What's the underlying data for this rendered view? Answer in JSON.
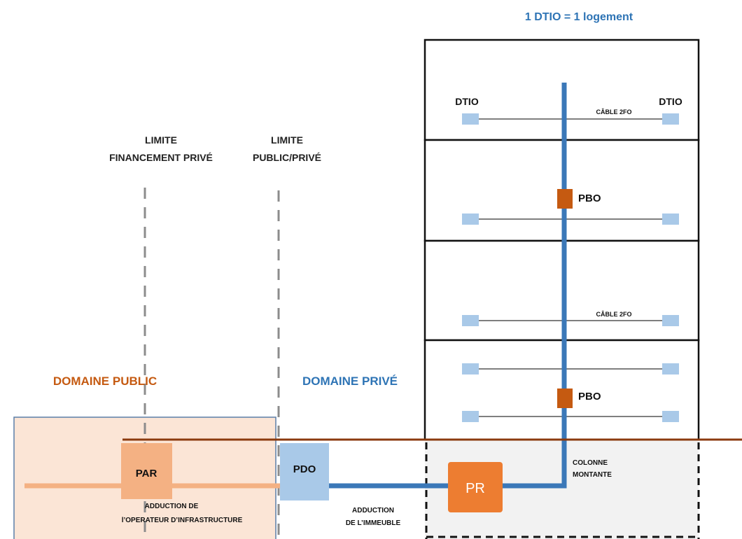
{
  "legend": {
    "note": "1 DTIO = 1 logement"
  },
  "limits": {
    "private_funding": [
      "LIMITE",
      "FINANCEMENT PRIVÉ"
    ],
    "public_private": [
      "LIMITE",
      "PUBLIC/PRIVÉ"
    ]
  },
  "domains": {
    "public": "DOMAINE PUBLIC",
    "private": "DOMAINE PRIVÉ"
  },
  "nodes": {
    "par": "PAR",
    "pdo": "PDO",
    "pr": "PR",
    "pbo_upper": "PBO",
    "pbo_lower": "PBO",
    "dtio_left": "DTIO",
    "dtio_right": "DTIO"
  },
  "cables": {
    "top_floor": "CÂBLE 2FO",
    "third_floor": "CÂBLE 2FO"
  },
  "annotations": {
    "riser": [
      "COLONNE",
      "MONTANTE"
    ],
    "operator_adduction": [
      "ADDUCTION DE",
      "l’OPERATEUR D’INFRASTRUCTURE"
    ],
    "building_adduction": [
      "ADDUCTION",
      "DE L’IMMEUBLE"
    ]
  },
  "colors": {
    "blue_cable": "#3b78b8",
    "dtio_box": "#a9c9e8",
    "pbo": "#c55a11",
    "pr": "#ed7d31",
    "par": "#f4b183",
    "public_area": "#fbe5d6",
    "private_area": "#f2f2f2",
    "brown_line": "#8b3a0e",
    "public_text": "#c55a11",
    "private_text": "#2e74b5",
    "dashed_limit": "#8c8c8c"
  }
}
